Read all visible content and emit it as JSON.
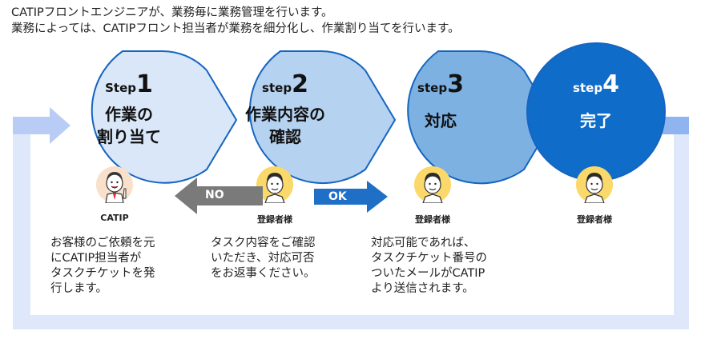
{
  "intro": {
    "line1": "CATIPフロントエンジニアが、業務毎に業務管理を行います。",
    "line2": "業務によっては、CATIPフロント担当者が業務を細分化し、作業割り当てを行います。"
  },
  "steps": [
    {
      "label": "Step",
      "num": "1",
      "title_line1": "作業の",
      "title_line2": "割り当て",
      "color": "#d9e7f8"
    },
    {
      "label": "step",
      "num": "2",
      "title_line1": "作業内容の",
      "title_line2": "確認",
      "color": "#b5d2f0"
    },
    {
      "label": "step",
      "num": "3",
      "title_line1": "対応",
      "title_line2": "",
      "color": "#7db1e2"
    },
    {
      "label": "step",
      "num": "4",
      "title_line1": "完了",
      "title_line2": "",
      "color": "#0f6cc8"
    }
  ],
  "persons": [
    {
      "name": "CATIP"
    },
    {
      "name": "登録者様"
    },
    {
      "name": "登録者様"
    },
    {
      "name": "登録者様"
    }
  ],
  "arrows": {
    "no_label": "NO",
    "ok_label": "OK",
    "no_color": "#7a7a7a",
    "ok_color": "#1f6fc6"
  },
  "descriptions": {
    "d1": [
      "お客様のご依頼を元",
      "にCATIP担当者が",
      "タスクチケットを発",
      "行します。"
    ],
    "d2": [
      "タスク内容をご確認",
      "いただき、対応可否",
      "をお返事ください。"
    ],
    "d3": [
      "対応可能であれば、",
      "タスクチケット番号の",
      "ついたメールがCATIP",
      "より送信されます。"
    ]
  }
}
